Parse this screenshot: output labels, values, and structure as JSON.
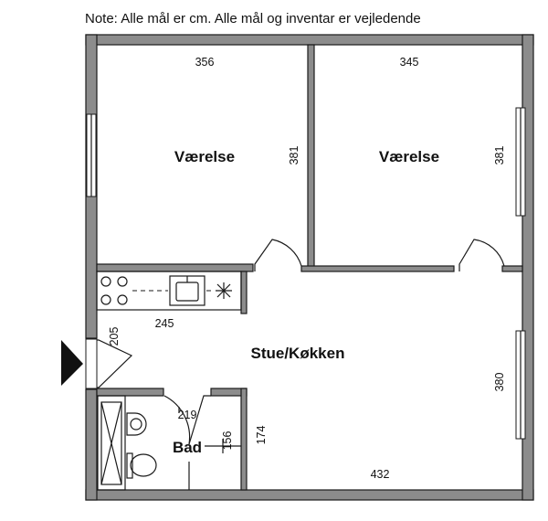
{
  "note": "Note: Alle mål er cm. Alle mål og inventar er vejledende",
  "rooms": {
    "bedroom_left": "Værelse",
    "bedroom_right": "Værelse",
    "living_kitchen": "Stue/Køkken",
    "bathroom": "Bad"
  },
  "dimensions": {
    "bedroom_left_width": "356",
    "bedroom_left_depth": "381",
    "bedroom_right_width": "345",
    "bedroom_right_depth": "381",
    "kitchen_length": "245",
    "entrance_width": "205",
    "bath_width": "219",
    "bath_depth": "156",
    "bath_wall": "174",
    "living_depth": "380",
    "living_width": "432"
  },
  "icons": {
    "entrance": "entrance-arrow-icon",
    "stove": "stove-icon",
    "sink": "kitchen-sink-icon",
    "fridge": "fridge-icon",
    "shower": "shower-icon",
    "washbasin": "washbasin-icon",
    "toilet": "toilet-icon"
  },
  "colors": {
    "wall_fill": "#8c8c8c",
    "line": "#1a1a1a",
    "background": "#ffffff"
  }
}
